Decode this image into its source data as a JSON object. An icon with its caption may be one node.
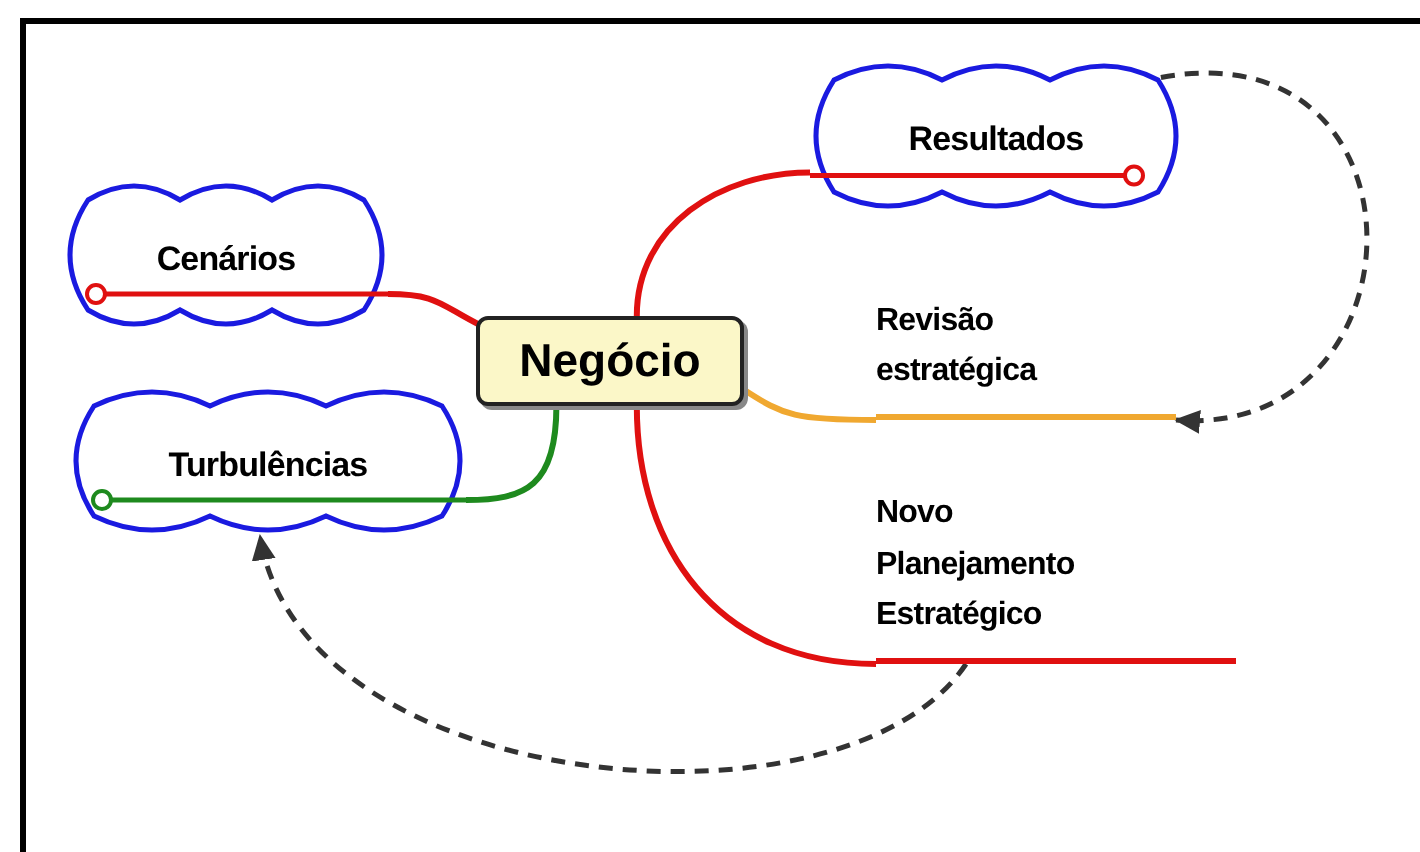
{
  "diagram": {
    "nodes": [
      {
        "text": [
          "Negócio"
        ]
      },
      {
        "text": [
          "Resultados"
        ]
      },
      {
        "text": [
          "Revisão estratégica"
        ]
      },
      {
        "text": [
          "Novo Planejamento Estratégico"
        ]
      },
      {
        "text": [
          "Cenários"
        ]
      },
      {
        "text": [
          "Turbulências"
        ]
      }
    ],
    "edges": [
      {
        "from": 0,
        "to": 1,
        "arrow": "none"
      },
      {
        "from": 0,
        "to": 2,
        "arrow": "none",
        "color": "#f0a830"
      },
      {
        "from": 0,
        "to": 3,
        "arrow": "none"
      },
      {
        "from": 0,
        "to": 4,
        "arrow": "none"
      },
      {
        "from": 0,
        "to": 5,
        "arrow": "none",
        "color": "#1e8a1e"
      },
      {
        "from": 1,
        "to": 2,
        "arrow": "to",
        "style": "dashed",
        "color": "#333333"
      },
      {
        "from": 3,
        "to": 5,
        "arrow": "to",
        "style": "dashed",
        "color": "#333333"
      }
    ]
  }
}
